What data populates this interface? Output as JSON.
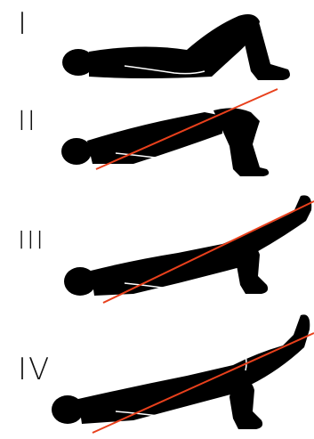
{
  "figure": {
    "panels": [
      {
        "label": "I",
        "pose": "hooklying-start",
        "has_alignment_line": false
      },
      {
        "label": "II",
        "pose": "bridge",
        "has_alignment_line": true
      },
      {
        "label": "III",
        "pose": "bridge-single-leg-extended",
        "has_alignment_line": true
      },
      {
        "label": "IV",
        "pose": "bridge-single-leg-raised",
        "has_alignment_line": true
      }
    ],
    "colors": {
      "silhouette": "#000000",
      "alignment_line": "#e8401c",
      "body_outline": "#ffffff",
      "label": "#111111"
    }
  }
}
